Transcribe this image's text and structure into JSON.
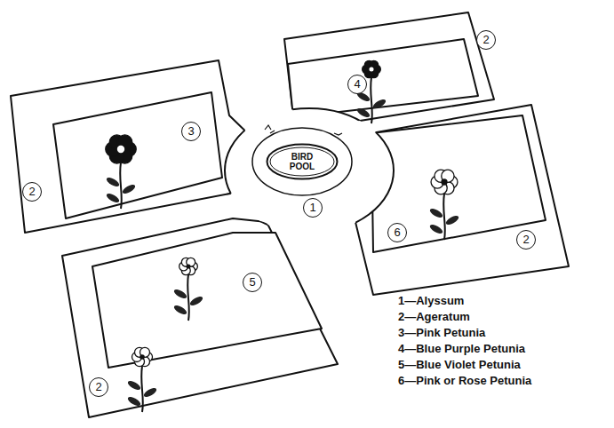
{
  "diagram": {
    "nodes": [
      {
        "text": [
          "BIRD POOL"
        ]
      }
    ],
    "labels": [
      "2",
      "4",
      "3",
      "2",
      "1",
      "6",
      "2",
      "5",
      "2"
    ],
    "legend": [
      {
        "text": "1—Alyssum"
      },
      {
        "text": "2—Ageratum"
      },
      {
        "text": "3—Pink Petunia"
      },
      {
        "text": "4—Blue Purple Petunia"
      },
      {
        "text": "5—Blue Violet Petunia"
      },
      {
        "text": "6—Pink or Rose Petunia"
      }
    ]
  }
}
